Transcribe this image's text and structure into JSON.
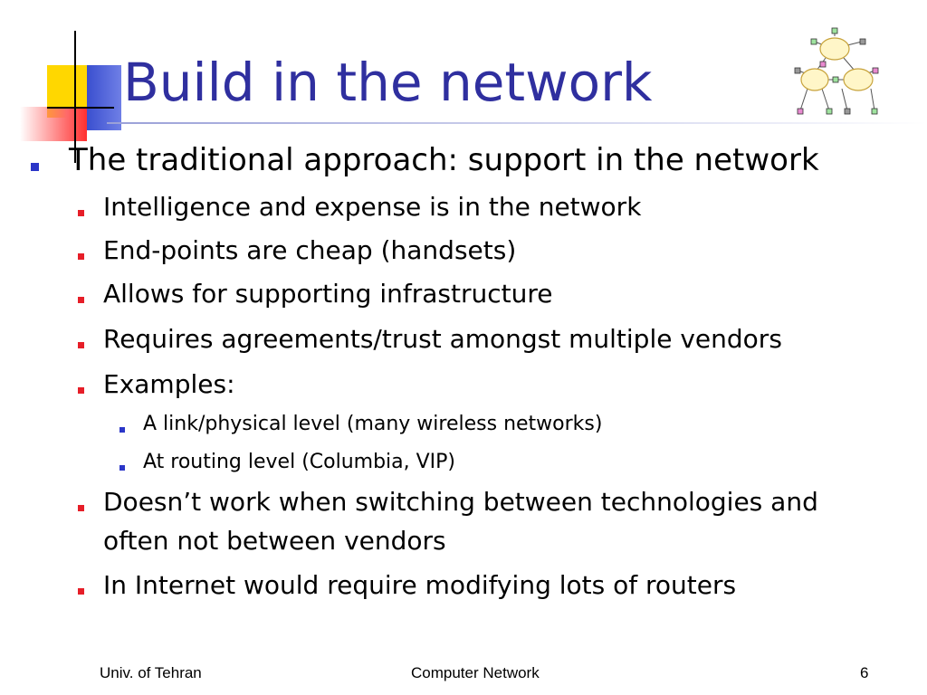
{
  "title": "Build in the network",
  "bullets": {
    "b1": "The traditional approach: support in the network",
    "b1_1": "Intelligence and expense is in the network",
    "b1_2": "End-points are cheap (handsets)",
    "b1_3": "Allows for supporting infrastructure",
    "b1_4": "Requires agreements/trust amongst multiple vendors",
    "b1_5": "Examples:",
    "b1_5_1": "A link/physical level (many wireless networks)",
    "b1_5_2": "At routing level (Columbia, VIP)",
    "b1_6_line1": "Doesn’t work when switching between technologies and",
    "b1_6_line2": "often not between vendors",
    "b1_7": "In Internet would require modifying lots of routers"
  },
  "footer": {
    "left": "Univ. of Tehran",
    "center": "Computer Network",
    "page_number": "6"
  },
  "icons": {
    "logo": "network-clouds-icon",
    "bullet_level1": "square-bullet-blue",
    "bullet_level2": "square-bullet-red",
    "bullet_level3": "square-bullet-blue-small"
  },
  "colors": {
    "title": "#2f2f9f",
    "bullet_blue": "#2b36c8",
    "bullet_red": "#e61e28",
    "accent_yellow": "#ffd700",
    "accent_red": "#ff3030"
  }
}
